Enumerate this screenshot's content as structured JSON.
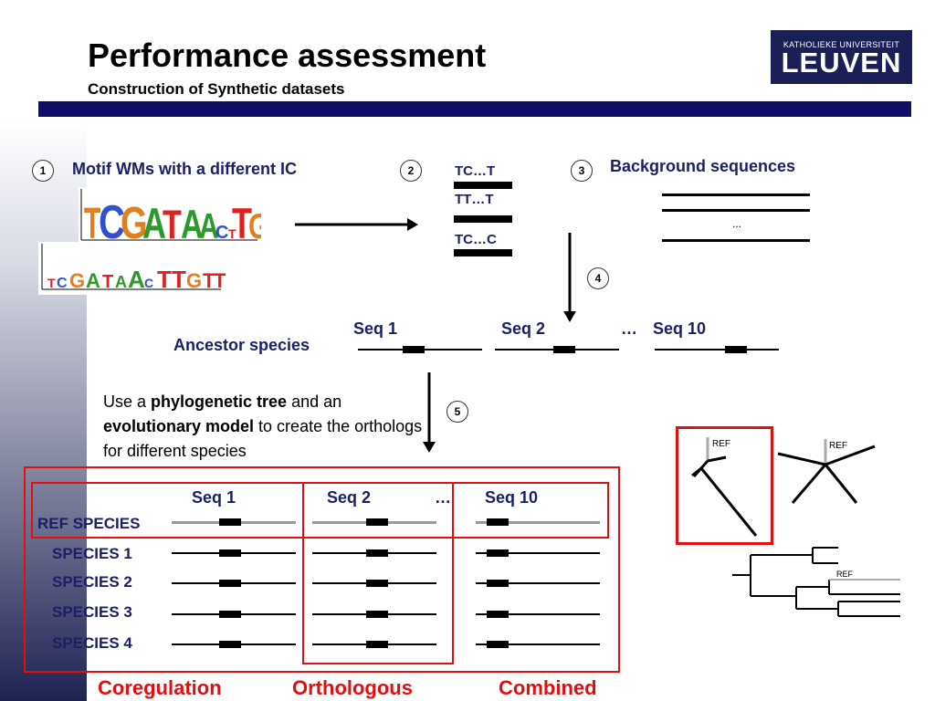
{
  "header": {
    "title": "Performance assessment",
    "subtitle": "Construction of Synthetic datasets",
    "logo_line1": "KATHOLIEKE UNIVERSITEIT",
    "logo_line2": "LEUVEN"
  },
  "steps": {
    "s1_num": "1",
    "s1_label": "Motif WMs with a different IC",
    "s2_num": "2",
    "s3_num": "3",
    "s3_label": "Background sequences",
    "s4_num": "4",
    "s5_num": "5",
    "bg_ellipsis": "..."
  },
  "motifs": {
    "logo1_letters": "TCGATAACTTGTT",
    "logo2_letters": "TCGATAACTTGTT",
    "sites": [
      "TC…T",
      "TT…T",
      "TC…C"
    ]
  },
  "ancestor": {
    "label": "Ancestor species",
    "seq1": "Seq 1",
    "seq2": "Seq 2",
    "ellipsis": "…",
    "seq10": "Seq 10"
  },
  "description": {
    "part1": "Use a ",
    "bold1": "phylogenetic tree",
    "part2": " and an ",
    "bold2": "evolutionary model",
    "part3": " to create the orthologs for different species"
  },
  "species": {
    "seq1": "Seq 1",
    "seq2": "Seq 2",
    "ellipsis": "…",
    "seq10": "Seq 10",
    "rows": [
      "REF SPECIES",
      "SPECIES 1",
      "SPECIES 2",
      "SPECIES 3",
      "SPECIES 4"
    ]
  },
  "trees": {
    "ref1": "REF",
    "ref2": "REF",
    "ref3": "REF"
  },
  "footer": {
    "coregulation": "Coregulation",
    "orthologous": "Orthologous",
    "combined": "Combined"
  },
  "colors": {
    "accent_red": "#e01010",
    "navy": "#1a1f66",
    "header_bar": "#0e0e66"
  }
}
